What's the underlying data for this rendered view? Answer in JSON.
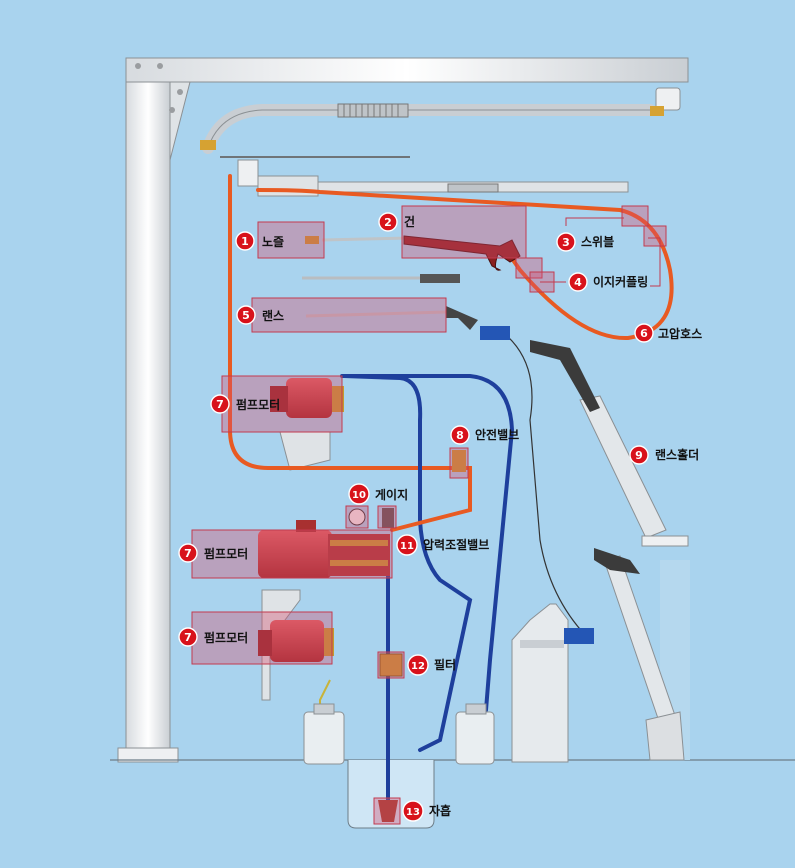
{
  "diagram": {
    "colors": {
      "background": "#a9d3ee",
      "highlight": "#d6506e",
      "marker": "#d8121b",
      "hose": "#e85a22",
      "suction_pipe": "#1e3f9c"
    },
    "labels": [
      {
        "id": "nozzle",
        "number": "1",
        "text": "노즐"
      },
      {
        "id": "gun",
        "number": "2",
        "text": "건"
      },
      {
        "id": "swivel",
        "number": "3",
        "text": "스위블"
      },
      {
        "id": "easy-coupling",
        "number": "4",
        "text": "이지커플링"
      },
      {
        "id": "lance",
        "number": "5",
        "text": "랜스"
      },
      {
        "id": "high-pressure-hose",
        "number": "6",
        "text": "고압호스"
      },
      {
        "id": "pump-motor-top",
        "number": "7",
        "text": "펌프모터"
      },
      {
        "id": "pump-motor-mid",
        "number": "7",
        "text": "펌프모터"
      },
      {
        "id": "pump-motor-low",
        "number": "7",
        "text": "펌프모터"
      },
      {
        "id": "safety-valve",
        "number": "8",
        "text": "안전밸브"
      },
      {
        "id": "lance-holder",
        "number": "9",
        "text": "랜스홀더"
      },
      {
        "id": "gauge",
        "number": "10",
        "text": "게이지"
      },
      {
        "id": "pressure-regulating-valve",
        "number": "11",
        "text": "압력조절밸브"
      },
      {
        "id": "filter",
        "number": "12",
        "text": "필터"
      },
      {
        "id": "self-suction",
        "number": "13",
        "text": "자흡"
      }
    ]
  }
}
